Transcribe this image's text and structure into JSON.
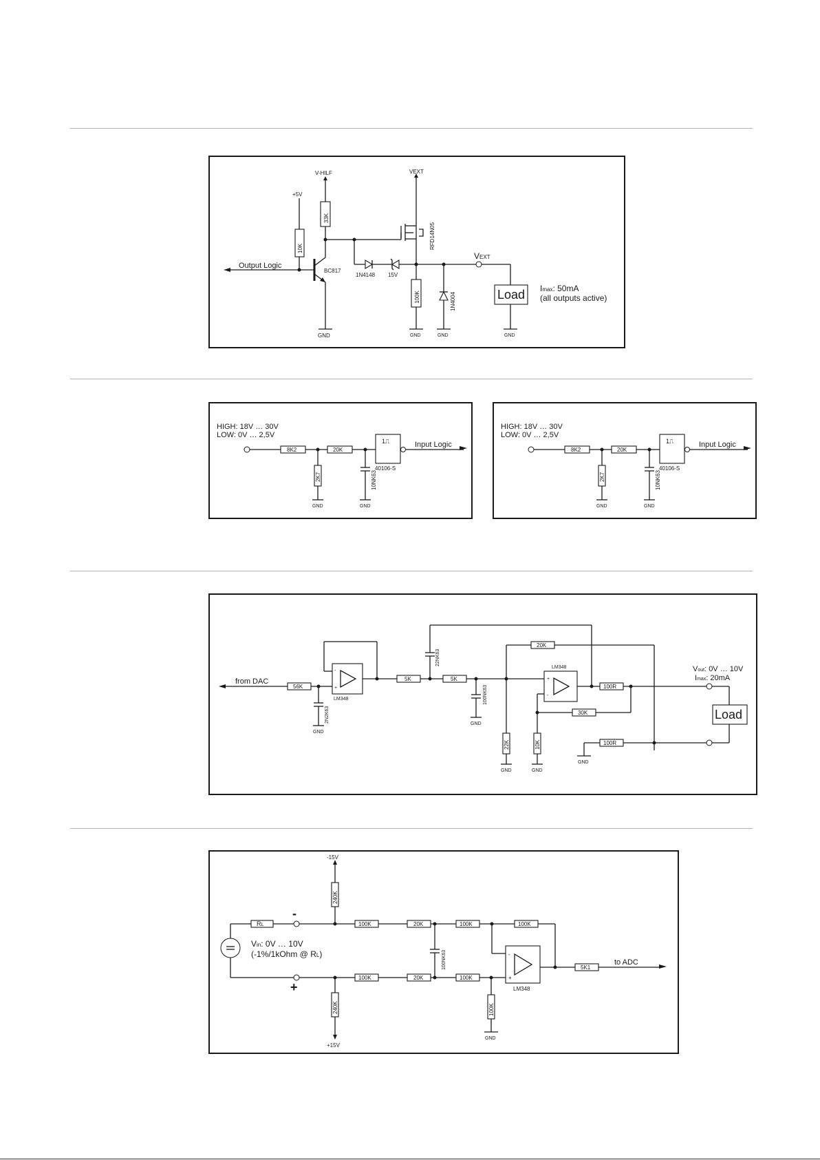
{
  "output": {
    "vhilf": "V-HILF",
    "vext_top": "VEXT",
    "plus5v": "+5V",
    "r33k": "33K",
    "r10k": "10K",
    "output_logic": "Output Logic",
    "bc817": "BC817",
    "mosfet": "RFD14N05",
    "d1": "1N4148",
    "d2": "15V",
    "r100k": "100K",
    "d3": "1N4004",
    "vext_main": "V",
    "vext_sub": "EXT",
    "load": "Load",
    "imax_main": "I",
    "imax_sub": "max",
    "imax_val": ": 50mA",
    "imax_note": "(all outputs active)",
    "gnd": "GND"
  },
  "input1": {
    "high": "HIGH: 18V … 30V",
    "low": "LOW:   0V … 2,5V",
    "r1": "8K2",
    "r2": "20K",
    "r3": "2K7",
    "c1": "10NK63",
    "ic": "40106-S",
    "out": "Input Logic",
    "gnd": "GND"
  },
  "input2": {
    "high": "HIGH: 18V … 30V",
    "low": "LOW:   0V … 2,5V",
    "r1": "8K2",
    "r2": "20K",
    "r3": "2K7",
    "c1": "10NK63",
    "ic": "40106-S",
    "out": "Input Logic",
    "gnd": "GND"
  },
  "analog_out": {
    "from_dac": "from DAC",
    "r56k": "56K",
    "c2n2": "2N2K63",
    "lm1": "LM348",
    "r5k_a": "5K",
    "r5k_b": "5K",
    "c22n": "22NK63",
    "c100n": "100NK63",
    "r20k": "20K",
    "lm2": "LM348",
    "r100r_a": "100R",
    "r30k": "30K",
    "r22k": "22K",
    "r10k": "10K",
    "r100r_b": "100R",
    "vout_main": "V",
    "vout_sub": "out",
    "vout_val": ": 0V … 10V",
    "imax_main": "I",
    "imax_sub": "max",
    "imax_val": ": 20mA",
    "load": "Load",
    "gnd": "GND"
  },
  "analog_in": {
    "minus15": "-15V",
    "plus15": "+15V",
    "r240k": "240K",
    "rl_main": "R",
    "rl_sub": "L",
    "minus": "-",
    "plus": "+",
    "vin_main": "V",
    "vin_sub": "in",
    "vin_val": ": 0V … 10V",
    "vin_note": "(-1%/1kOhm @ R",
    "vin_note_sub": "L",
    "vin_note_end": ")",
    "r100k": "100K",
    "r20k": "20K",
    "c100n": "100NK63",
    "lm": "LM348",
    "r5k1": "5K1",
    "to_adc": "to ADC",
    "gnd": "GND"
  }
}
